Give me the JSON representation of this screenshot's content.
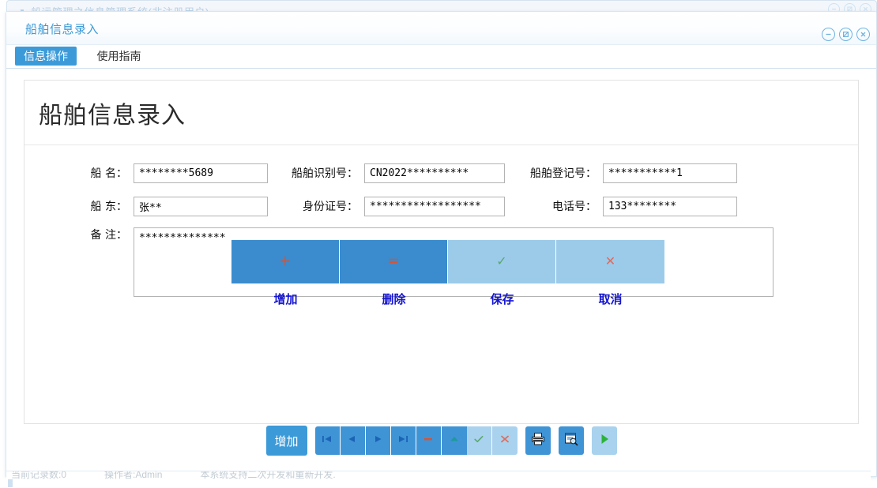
{
  "outer_window": {
    "title": "船运管理之信息管理系统(非注册用户)",
    "icon": "boat-icon",
    "controls": [
      {
        "name": "minimize",
        "glyph": "minus"
      },
      {
        "name": "restore",
        "glyph": "restore"
      },
      {
        "name": "close",
        "glyph": "cross"
      }
    ]
  },
  "window": {
    "title": "船舶信息录入",
    "controls": [
      {
        "name": "minimize",
        "glyph": "minus"
      },
      {
        "name": "restore",
        "glyph": "restore"
      },
      {
        "name": "close",
        "glyph": "cross"
      }
    ]
  },
  "tabs": [
    {
      "label": "信息操作",
      "active": true
    },
    {
      "label": "使用指南",
      "active": false
    }
  ],
  "page": {
    "heading": "船舶信息录入"
  },
  "form": {
    "row1": {
      "ship_name": {
        "label": "船 名：",
        "value": "********5689",
        "placeholder": ""
      },
      "ship_id": {
        "label": "船舶识别号：",
        "value": "CN2022**********",
        "placeholder": ""
      },
      "ship_reg": {
        "label": "船舶登记号：",
        "value": "***********1",
        "placeholder": ""
      }
    },
    "row2": {
      "owner": {
        "label": "船 东：",
        "value": "张**",
        "placeholder": ""
      },
      "id_card": {
        "label": "身份证号：",
        "value": "******************",
        "placeholder": ""
      },
      "phone": {
        "label": "电话号：",
        "value": "133********",
        "placeholder": ""
      }
    },
    "remark": {
      "label": "备 注：",
      "value": "**************",
      "placeholder": ""
    }
  },
  "action_buttons": [
    {
      "label": "增加",
      "icon": "plus-icon",
      "style": "dark",
      "icon_color": "#e2502a"
    },
    {
      "label": "删除",
      "icon": "minus-icon",
      "style": "dark",
      "icon_color": "#e2502a"
    },
    {
      "label": "保存",
      "icon": "check-icon",
      "style": "light",
      "icon_color": "#5aa86f"
    },
    {
      "label": "取消",
      "icon": "cross-icon",
      "style": "light",
      "icon_color": "#e06b5c"
    }
  ],
  "toolbar": {
    "add_label": "增加",
    "buttons": [
      {
        "name": "first-record",
        "icon": "first-icon",
        "style": "dark"
      },
      {
        "name": "prev-record",
        "icon": "prev-icon",
        "style": "dark"
      },
      {
        "name": "next-record",
        "icon": "next-icon",
        "style": "dark"
      },
      {
        "name": "last-record",
        "icon": "last-icon",
        "style": "dark"
      },
      {
        "name": "delete-record",
        "icon": "minus-icon",
        "style": "dark"
      },
      {
        "name": "edit-record",
        "icon": "triangle-up-icon",
        "style": "dark"
      },
      {
        "name": "save-record",
        "icon": "check-icon",
        "style": "pale"
      },
      {
        "name": "cancel-record",
        "icon": "cross-icon",
        "style": "pale"
      },
      {
        "name": "print",
        "icon": "printer-icon",
        "style": "dark"
      },
      {
        "name": "print-preview",
        "icon": "print-preview-icon",
        "style": "dark"
      },
      {
        "name": "run",
        "icon": "play-icon",
        "style": "pale"
      }
    ]
  },
  "statusbar": {
    "items": [
      "当前记录数:0",
      "操作者:Admin",
      "本系统支持二次开发和重新开发."
    ]
  },
  "colors": {
    "accent": "#3d9ad8",
    "button_dark": "#3a8cce",
    "button_light": "#9ccbea",
    "label_blue": "#1414d2",
    "title_blue": "#3f9ad6"
  }
}
